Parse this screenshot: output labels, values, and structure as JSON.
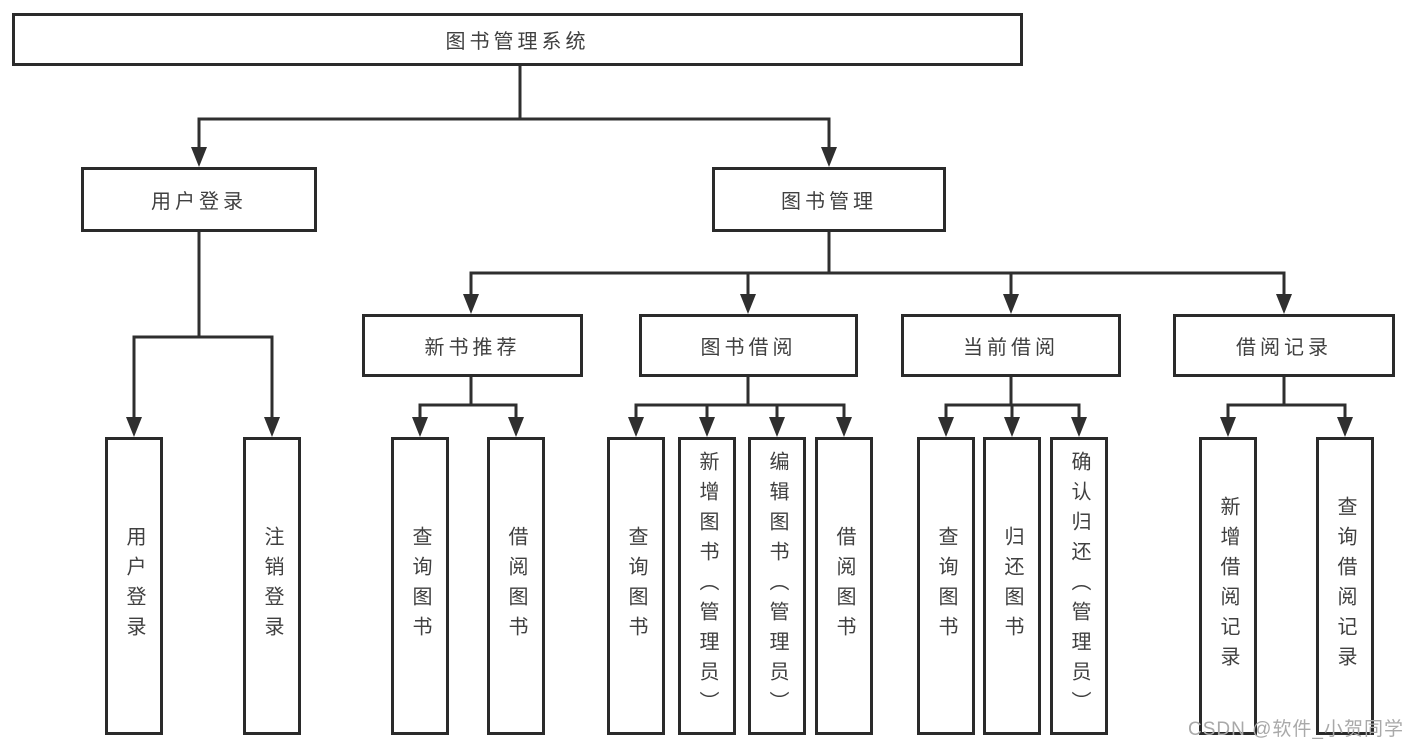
{
  "diagram": {
    "root": {
      "label": "图书管理系统"
    },
    "login_branch": {
      "label": "用户登录",
      "children": [
        {
          "label": "用户登录"
        },
        {
          "label": "注销登录"
        }
      ]
    },
    "management_branch": {
      "label": "图书管理",
      "sections": [
        {
          "label": "新书推荐",
          "children": [
            {
              "label": "查询图书"
            },
            {
              "label": "借阅图书"
            }
          ]
        },
        {
          "label": "图书借阅",
          "children": [
            {
              "label": "查询图书"
            },
            {
              "label": "新增图书（管理员）"
            },
            {
              "label": "编辑图书（管理员）"
            },
            {
              "label": "借阅图书"
            }
          ]
        },
        {
          "label": "当前借阅",
          "children": [
            {
              "label": "查询图书"
            },
            {
              "label": "归还图书"
            },
            {
              "label": "确认归还（管理员）"
            }
          ]
        },
        {
          "label": "借阅记录",
          "children": [
            {
              "label": "新增借阅记录"
            },
            {
              "label": "查询借阅记录"
            }
          ]
        }
      ]
    },
    "watermark": "CSDN @软件_小贺同学",
    "colors": {
      "line": "#2f2f2f",
      "box_border": "#2a2a2a",
      "box_fill": "#ffffff",
      "label_text": "#404040",
      "watermark_text": "#a9a9a9",
      "background": "#ffffff"
    }
  }
}
